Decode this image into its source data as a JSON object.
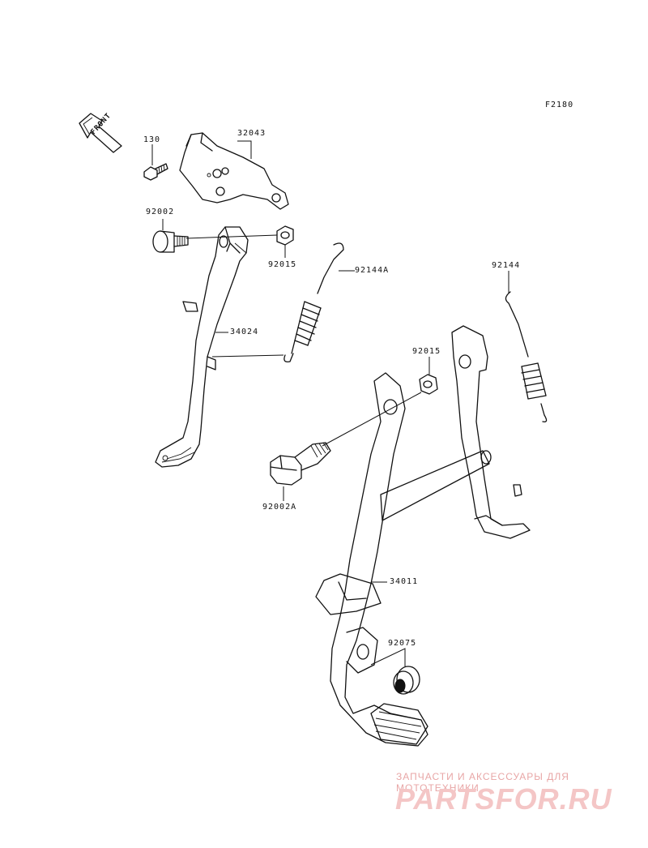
{
  "figure_code": "F2180",
  "front_label": "FRONT",
  "parts": [
    {
      "id": "part-130",
      "number": "130"
    },
    {
      "id": "part-32043",
      "number": "32043"
    },
    {
      "id": "part-92002",
      "number": "92002"
    },
    {
      "id": "part-92015-a",
      "number": "92015"
    },
    {
      "id": "part-92144a",
      "number": "92144A"
    },
    {
      "id": "part-34024",
      "number": "34024"
    },
    {
      "id": "part-92144",
      "number": "92144"
    },
    {
      "id": "part-92015-b",
      "number": "92015"
    },
    {
      "id": "part-92002a",
      "number": "92002A"
    },
    {
      "id": "part-34011",
      "number": "34011"
    },
    {
      "id": "part-92075",
      "number": "92075"
    }
  ],
  "watermark": {
    "tagline": "ЗАПЧАСТИ И АКСЕССУАРЫ ДЛЯ МОТОТЕХНИКИ",
    "brand": "PARTSFOR.RU"
  }
}
